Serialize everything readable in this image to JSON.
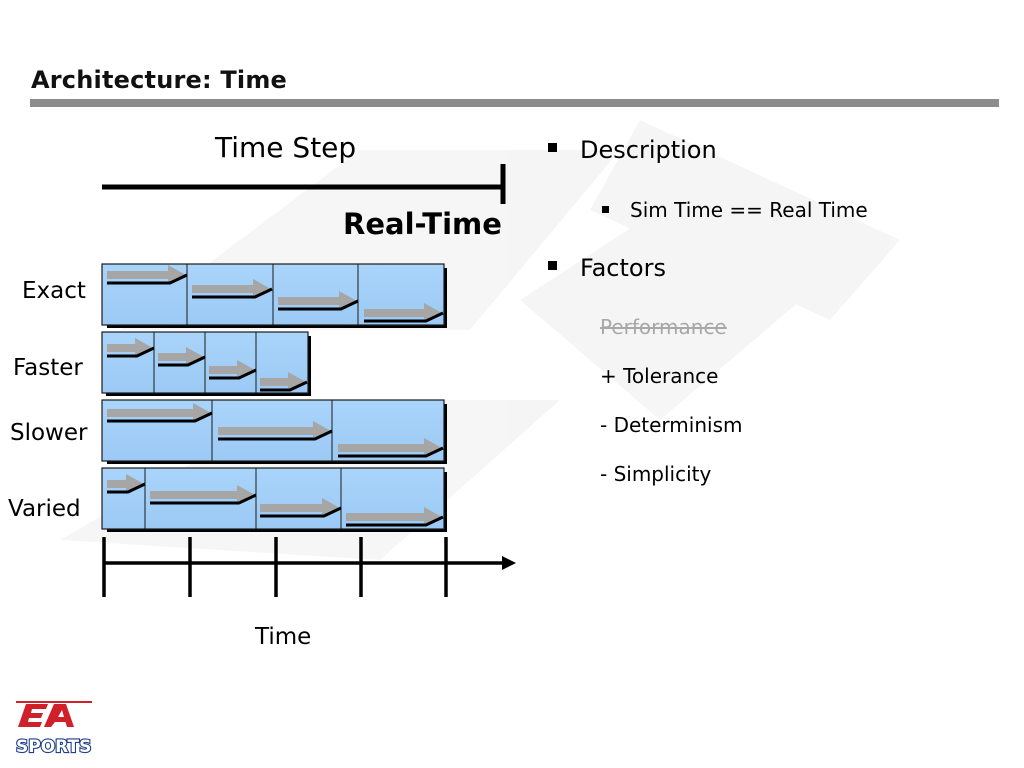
{
  "slide": {
    "title": "Architecture: Time"
  },
  "diagram": {
    "time_step_label": "Time Step",
    "real_time_label": "Real-Time",
    "time_axis_label": "Time",
    "rows": [
      {
        "label": "Exact"
      },
      {
        "label": "Faster"
      },
      {
        "label": "Slower"
      },
      {
        "label": "Varied"
      }
    ]
  },
  "bullets": {
    "description": "Description",
    "description_sub": "Sim Time == Real Time",
    "factors": "Factors",
    "factor_items": [
      "Performance",
      "+ Tolerance",
      "- Determinism",
      "- Simplicity"
    ]
  },
  "logo": {
    "text_top": "EA",
    "text_bottom": "SPORTS",
    "color": "#d0202a"
  },
  "colors": {
    "title_rule": "#8c8c8c",
    "cell_fill": "#a9d4fa",
    "arrow_fill": "#a6a6a6"
  }
}
